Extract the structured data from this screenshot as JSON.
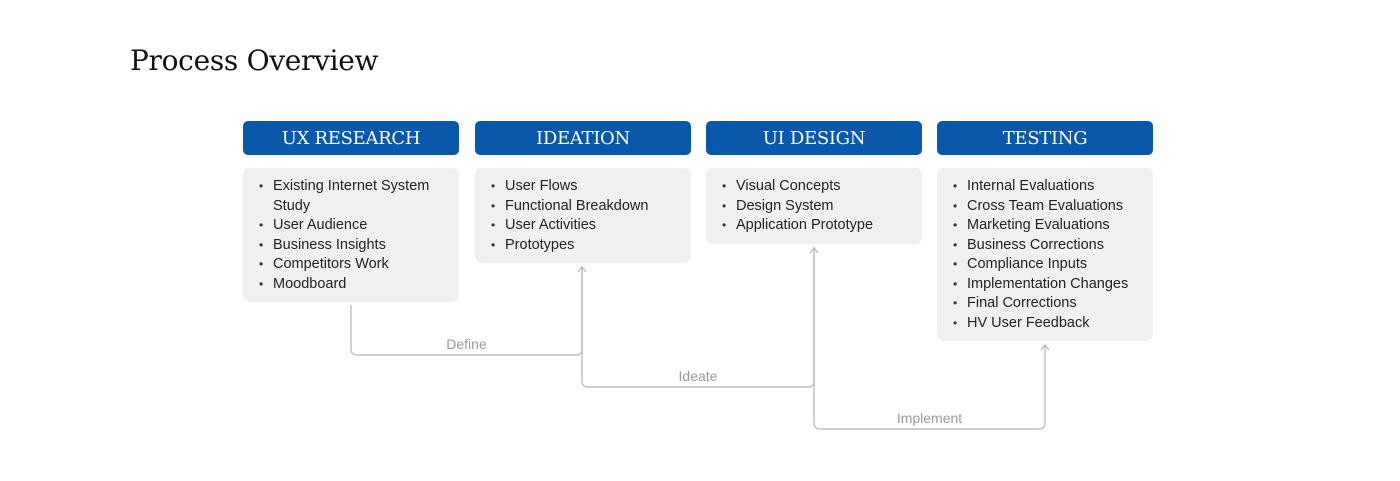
{
  "page": {
    "title": "Process Overview"
  },
  "colors": {
    "header_bg": "#0a58aa",
    "card_bg": "#f0f0f2",
    "connector": "#b5b5b8",
    "connector_label": "#9a9a9e"
  },
  "stages": [
    {
      "id": "ux-research",
      "title": "UX RESEARCH",
      "items": [
        "Existing Internet System Study",
        "User Audience",
        "Business Insights",
        "Competitors Work",
        "Moodboard"
      ]
    },
    {
      "id": "ideation",
      "title": "IDEATION",
      "items": [
        "User Flows",
        "Functional Breakdown",
        "User Activities",
        "Prototypes"
      ]
    },
    {
      "id": "ui-design",
      "title": "UI DESIGN",
      "items": [
        "Visual Concepts",
        "Design System",
        "Application Prototype"
      ]
    },
    {
      "id": "testing",
      "title": "TESTING",
      "items": [
        "Internal Evaluations",
        "Cross Team Evaluations",
        "Marketing Evaluations",
        "Business Corrections",
        "Compliance Inputs",
        "Implementation Changes",
        "Final Corrections",
        "HV User Feedback"
      ]
    }
  ],
  "connectors": [
    {
      "label": "Define",
      "from": "ux-research",
      "to": "ideation"
    },
    {
      "label": "Ideate",
      "from": "ideation",
      "to": "ui-design"
    },
    {
      "label": "Implement",
      "from": "ui-design",
      "to": "testing"
    }
  ]
}
